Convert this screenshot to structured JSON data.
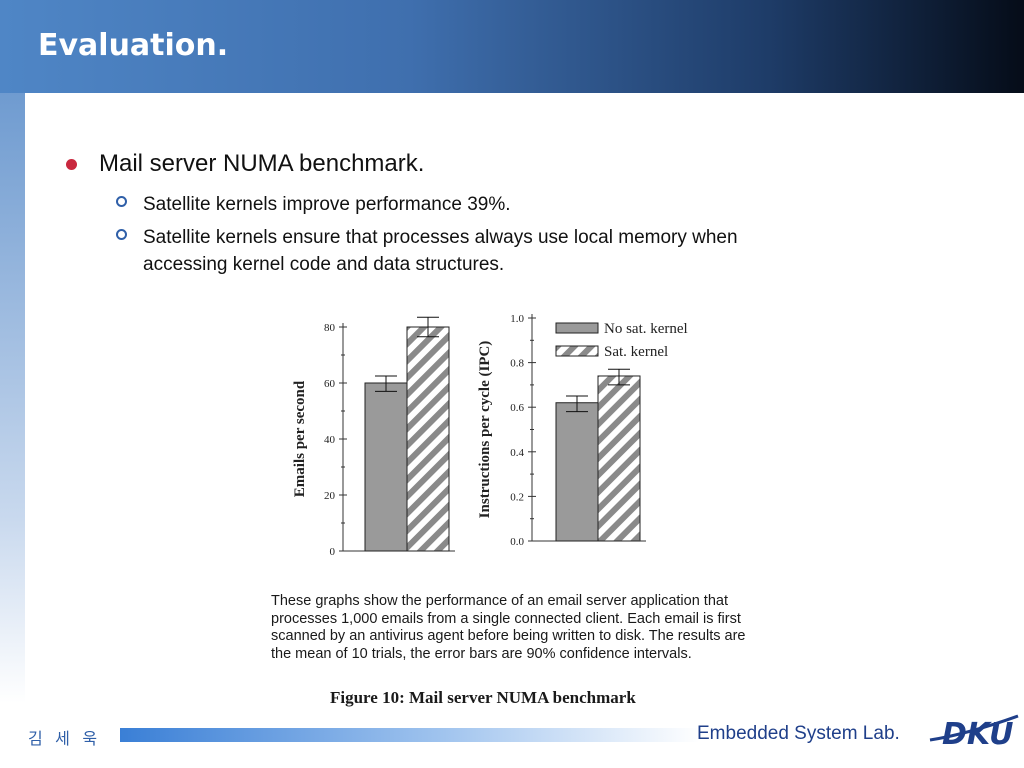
{
  "slide": {
    "title": "Evaluation.",
    "bullet_main": "Mail server NUMA benchmark.",
    "sub_bullets": [
      "Satellite kernels improve performance 39%.",
      "Satellite kernels ensure that processes always use local memory when accessing kernel code and data structures."
    ],
    "caption": "These graphs show the performance of an email server application that processes 1,000 emails from a single connected client. Each email is first scanned by an antivirus agent before being written to disk. The results are the mean of 10 trials, the error bars are 90% confidence intervals.",
    "figure_title": "Figure 10: Mail server NUMA benchmark",
    "footer_author": "김 세 욱",
    "footer_lab": "Embedded System Lab.",
    "logo_text": "DKU"
  },
  "colors": {
    "header_start": "#4f86c6",
    "header_end": "#050c18",
    "bullet_red": "#c9283e",
    "bullet_blue": "#2f5fa8",
    "bar_gray": "#9a9a9a",
    "hatch_gray": "#8a8a8a",
    "footer_text": "#1f3f8a"
  },
  "chart_data": [
    {
      "type": "bar",
      "ylabel": "Emails per second",
      "ylim": [
        0,
        80
      ],
      "yticks": [
        "0",
        "20",
        "40",
        "60",
        "80"
      ],
      "series": [
        {
          "name": "No sat. kernel",
          "value": 60,
          "error": [
            57,
            62.5
          ],
          "pattern": "solid"
        },
        {
          "name": "Sat. kernel",
          "value": 80,
          "error": [
            76.5,
            83.5
          ],
          "pattern": "hatch"
        }
      ],
      "legend": false
    },
    {
      "type": "bar",
      "ylabel": "Instructions per cycle (IPC)",
      "ylim": [
        0,
        1.0
      ],
      "yticks": [
        "0.0",
        "0.2",
        "0.4",
        "0.6",
        "0.8",
        "1.0"
      ],
      "series": [
        {
          "name": "No sat. kernel",
          "value": 0.62,
          "error": [
            0.58,
            0.65
          ],
          "pattern": "solid"
        },
        {
          "name": "Sat. kernel",
          "value": 0.74,
          "error": [
            0.7,
            0.77
          ],
          "pattern": "hatch"
        }
      ],
      "legend": true,
      "legend_position": "top-right"
    }
  ]
}
